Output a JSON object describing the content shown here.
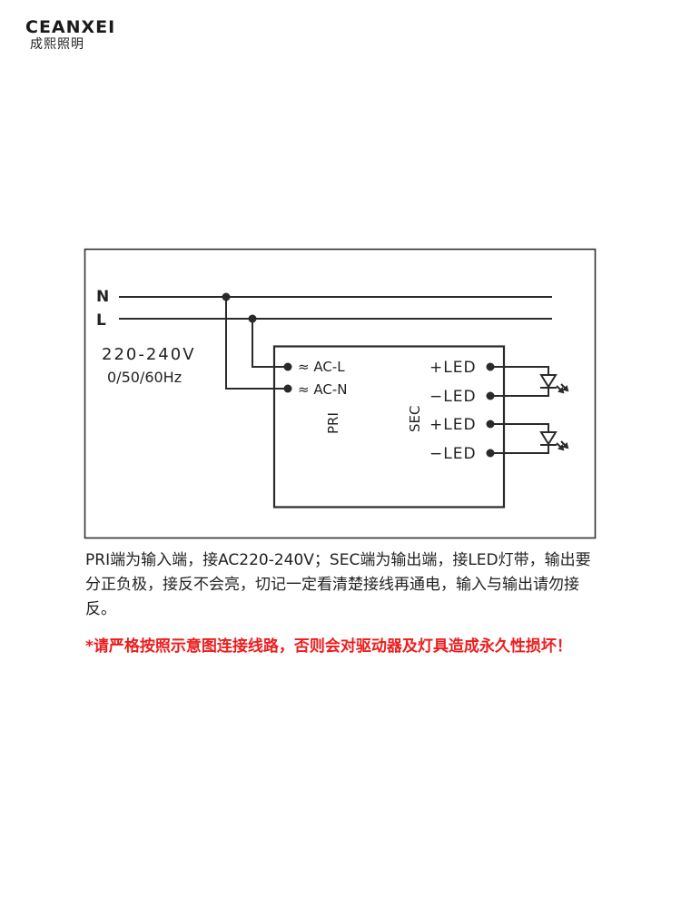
{
  "brand": {
    "logo_en": "CEANXEI",
    "logo_cn": "成熙照明"
  },
  "diagram": {
    "lines": {
      "neutral": "N",
      "live": "L"
    },
    "input_spec": {
      "voltage": "220-240V",
      "frequency": "0/50/60Hz"
    },
    "driver": {
      "primary_label": "PRI",
      "secondary_label": "SEC",
      "inputs": [
        "≈ AC-L",
        "≈ AC-N"
      ],
      "outputs": [
        "+LED",
        "−LED",
        "+LED",
        "−LED"
      ]
    },
    "loads": [
      "led-1",
      "led-2"
    ],
    "colors": {
      "stroke": "#2a2a2a",
      "frame": "#333333"
    }
  },
  "notes": {
    "description": "PRI端为输入端，接AC220-240V；SEC端为输出端，接LED灯带，输出要分正负极，接反不会亮，切记一定看清楚接线再通电，输入与输出请勿接反。",
    "warning": "*请严格按照示意图连接线路，否则会对驱动器及灯具造成永久性损坏！",
    "warning_color": "#ee1c1c"
  }
}
